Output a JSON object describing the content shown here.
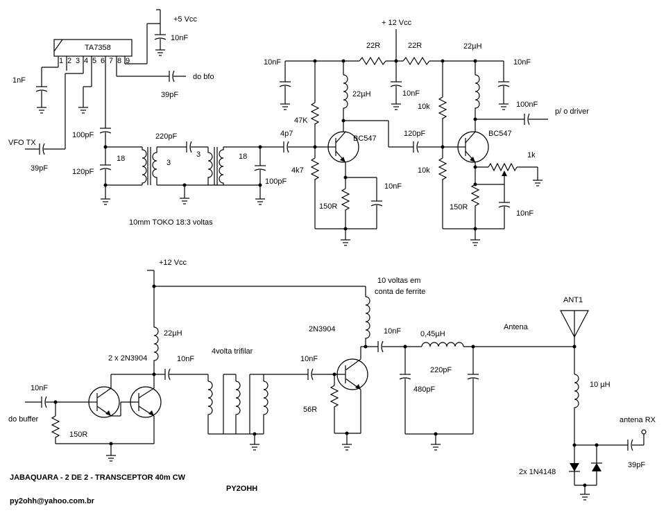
{
  "upper": {
    "vcc5": "+5 Vcc",
    "c_vcc5": "10nF",
    "ic": "TA7358",
    "ic_pins": [
      "1",
      "2",
      "3",
      "4",
      "5",
      "6",
      "7",
      "8",
      "9"
    ],
    "c_pin1": "1nF",
    "c_bfo": "39pF",
    "bfo_label": "do bfo",
    "vfo_label": "VFO TX",
    "c_vfo": "39pF",
    "c_100p_a": "100pF",
    "c_120p_a": "120pF",
    "c_220p": "220pF",
    "turns_18a": "18",
    "turns_3a": "3",
    "turns_3b": "3",
    "turns_18b": "18",
    "c_100p_b": "100pF",
    "toko_note": "10mm TOKO 18:3 voltas",
    "c_4p7": "4p7",
    "vcc12": "+ 12 Vcc",
    "c_10n_left": "10nF",
    "r_22a": "22R",
    "r_22b": "22R",
    "c_10n_mid": "10nF",
    "l_22u_a": "22µH",
    "l_22u_b": "22µH",
    "c_10n_right": "10nF",
    "r_47k": "47K",
    "r_4k7": "4k7",
    "q1": "BC547",
    "r_150_a": "150R",
    "c_10n_e1": "10nF",
    "c_120p_b": "120pF",
    "r_10k_a": "10k",
    "r_10k_b": "10k",
    "q2": "BC547",
    "c_100n": "100nF",
    "driver_label": "p/ o driver",
    "pot_1k": "1k",
    "r_150_b": "150R",
    "c_10n_e2": "10nF"
  },
  "lower": {
    "vcc12": "+12 Vcc",
    "l_22u": "22µH",
    "pair_label": "2 x 2N3904",
    "c_in": "10nF",
    "buffer_label": "do buffer",
    "r_150": "150R",
    "c_out": "10nF",
    "trifilar_label": "4volta trifilar",
    "c_mid": "10nF",
    "r_56": "56R",
    "q_final": "2N3904",
    "ferrite_note_1": "10 voltas em",
    "ferrite_note_2": "conta de ferrite",
    "c_coupling": "10nF",
    "l_045": "0,45µH",
    "c_220p": "220pF",
    "c_480p": "480pF",
    "antenna_net": "Antena",
    "ant1": "ANT1",
    "l_10u": "10 µH",
    "rx_label": "antena RX",
    "c_rx": "39pF",
    "diodes": "2x 1N4148"
  },
  "footer": {
    "title": "JABAQUARA - 2 DE 2  -  TRANSCEPTOR  40m CW",
    "callsign": "PY2OHH",
    "email": "py2ohh@yahoo.com.br"
  }
}
